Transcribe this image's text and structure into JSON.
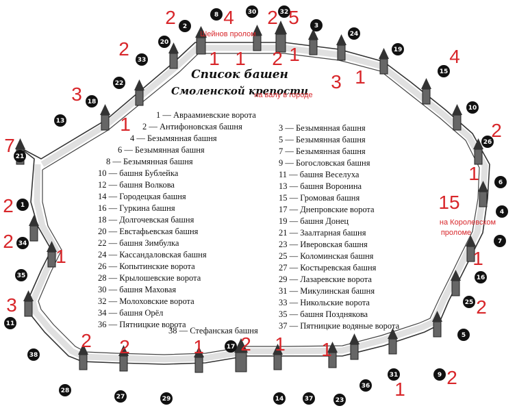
{
  "title": {
    "line1": "Список башен",
    "line2": "Смоленской крепости"
  },
  "list_left": [
    "1 — Авраамиевские ворота",
    "2 — Антифоновская башня",
    "4 — Безымянная башня",
    "6 — Безымянная башня",
    "8 — Безымянная башня",
    "10 — башня Бублейка",
    "12 — башня Волкова",
    "14 — Городецкая башня",
    "16 — Гуркина башня",
    "18 — Долгочевская башня",
    "20 — Евстафьевская башня",
    "22 — башня Зимбулка",
    "24 — Кассандаловская башня",
    "26 — Копытинские ворота",
    "28 — Крылошевские ворота",
    "30 — башня Маховая",
    "32 — Молоховские ворота",
    "34 — башня Орёл",
    "36 — Пятницкие ворота"
  ],
  "list_right": [
    "3 — Безымянная башня",
    "5 — Безымянная башня",
    "7 — Безымянная башня",
    "9 — Богословская башня",
    "11 — башня Веселуха",
    "13 — башня Воронина",
    "15 — Громовая башня",
    "17 — Днепровские ворота",
    "19 — башня Донец",
    "21 — Заалтарная башня",
    "23 — Иверовская башня",
    "25 — Коломинская башня",
    "27 — Костыревская башня",
    "29 — Лазаревские ворота",
    "31 — Микулинская башня",
    "33 — Никольские ворота",
    "35 — башня Позднякова",
    "37 — Пятницкие водяные ворота"
  ],
  "list_bottom": "38 — Стефанская башня",
  "markers": [
    "8",
    "30",
    "32",
    "2",
    "3",
    "24",
    "20",
    "19",
    "33",
    "15",
    "22",
    "18",
    "10",
    "13",
    "26",
    "21",
    "6",
    "4",
    "1",
    "7",
    "34",
    "35",
    "16",
    "25",
    "11",
    "5",
    "38",
    "17",
    "31",
    "9",
    "28",
    "27",
    "29",
    "14",
    "37",
    "23",
    "36"
  ],
  "red_numbers": [
    "2",
    "4",
    "2",
    "5",
    "2",
    "1",
    "1",
    "2",
    "1",
    "3",
    "1",
    "4",
    "3",
    "1",
    "2",
    "7",
    "1",
    "2",
    "15",
    "2",
    "1",
    "1",
    "3",
    "2",
    "2",
    "2",
    "1",
    "2",
    "1",
    "1",
    "1",
    "2"
  ],
  "red_notes": {
    "sheinov": "Шейнов пролом",
    "valu": "на валу в городе",
    "korolevsky_line1": "на Королевском",
    "korolevsky_line2": "проломе"
  },
  "colors": {
    "marker_fill": "#111111",
    "red": "#d8262a",
    "wall_stroke": "#333333"
  }
}
